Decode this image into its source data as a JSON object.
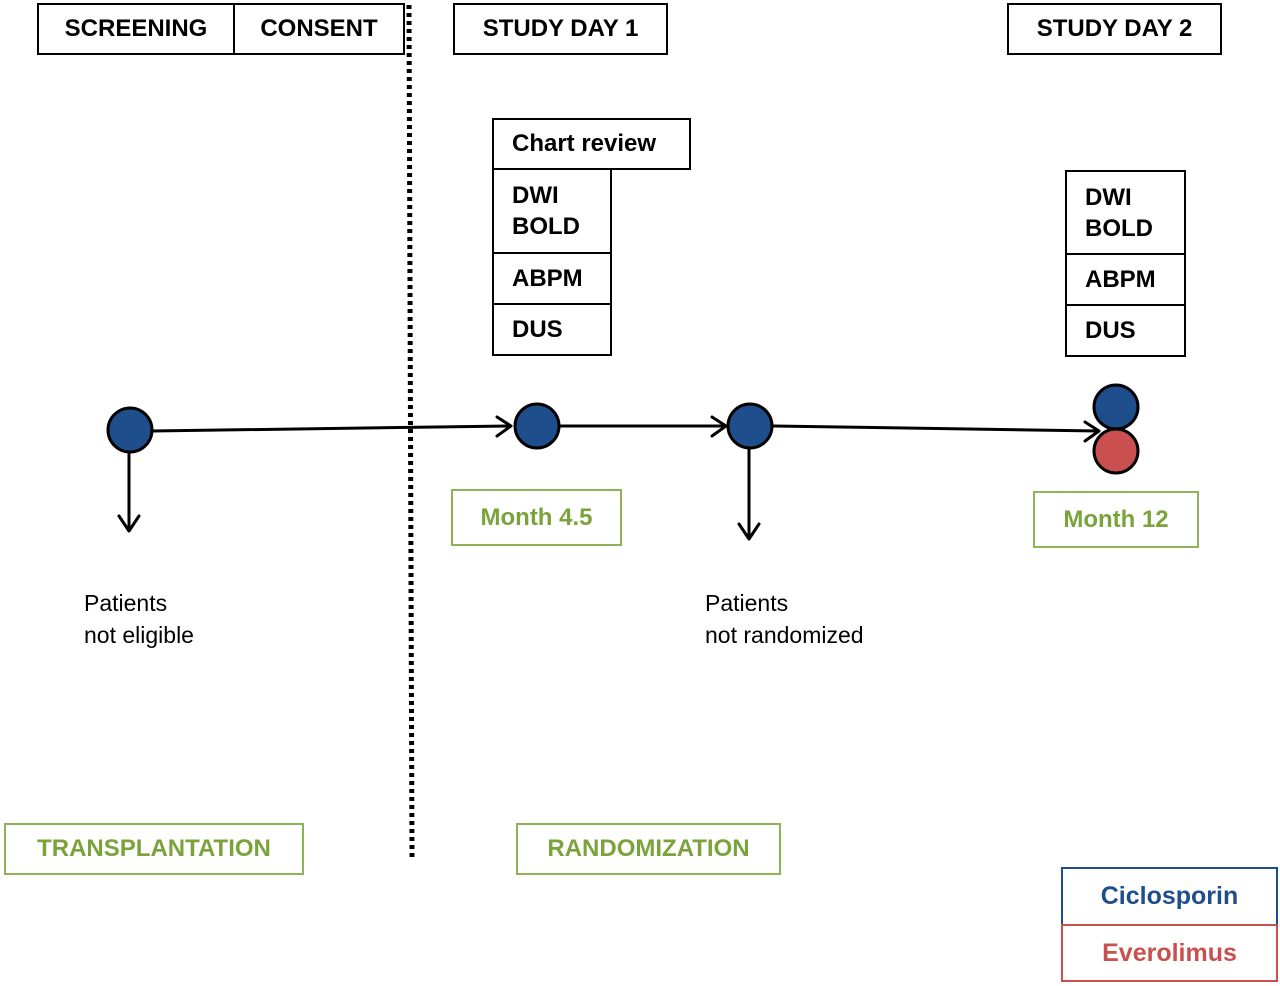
{
  "header": {
    "screening": "SCREENING",
    "consent": "CONSENT",
    "study_day_1": "STUDY DAY 1",
    "study_day_2": "STUDY DAY 2"
  },
  "day1_panel": {
    "chart_review": "Chart review",
    "dwi_bold": "DWI\nBOLD",
    "abpm": "ABPM",
    "dus": "DUS"
  },
  "day2_panel": {
    "dwi_bold": "DWI\nBOLD",
    "abpm": "ABPM",
    "dus": "DUS"
  },
  "milestones": {
    "month_4_5": "Month 4.5",
    "month_12": "Month 12",
    "transplantation": "TRANSPLANTATION",
    "randomization": "RANDOMIZATION"
  },
  "notes": {
    "not_eligible": "Patients\nnot eligible",
    "not_randomized": "Patients\nnot randomized"
  },
  "legend": {
    "ciclosporin": "Ciclosporin",
    "everolimus": "Everolimus"
  },
  "colors": {
    "ciclosporin": "#1f4e8c",
    "everolimus": "#c9504e",
    "milestone_green": "#7aa33b",
    "milestone_border": "#8db356"
  }
}
